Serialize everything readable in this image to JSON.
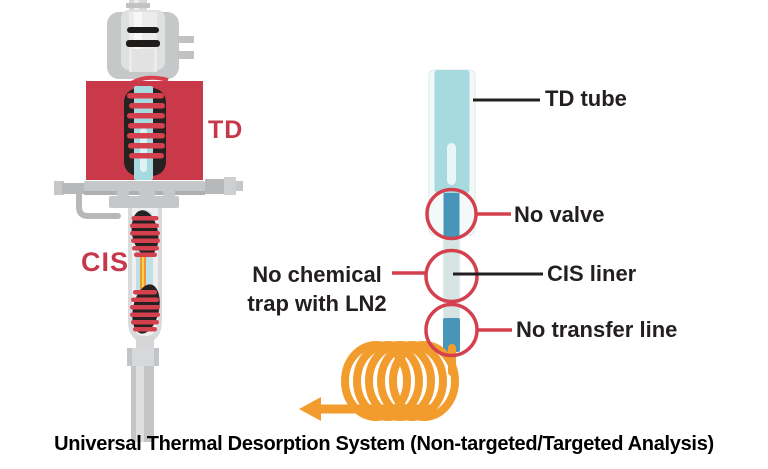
{
  "title": "Universal Thermal Desorption System (Non-targeted/Targeted Analysis)",
  "left_unit": {
    "td_label": "TD",
    "cis_label": "CIS"
  },
  "right_diagram": {
    "td_tube_label": "TD tube",
    "no_valve_label": "No valve",
    "cis_liner_label": "CIS liner",
    "no_transfer_line_label": "No transfer line",
    "no_chemical_trap_label": "No chemical trap with LN2"
  },
  "colors": {
    "accent_red": "#d5404e",
    "block_red": "#c9394a",
    "label_red": "#c5394b",
    "orange": "#f39c2e",
    "tube_blue": "#a7dade",
    "steel_blue": "#4795b8",
    "pale_tube": "#d6e5e4",
    "text_black": "#231f20"
  }
}
